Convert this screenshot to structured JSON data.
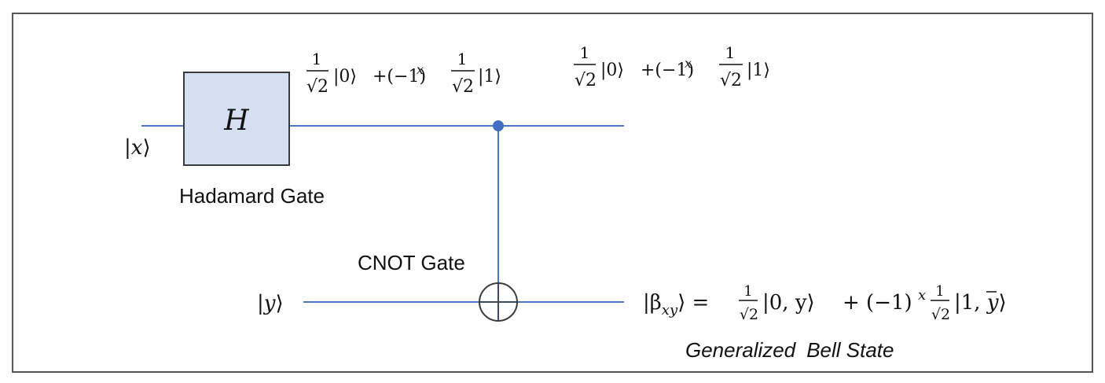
{
  "colors": {
    "wire": "#4a78c8",
    "gate_fill": "#d4e0f2",
    "gate_stroke": "#3a3a3a",
    "control_dot": "#3f6fc4",
    "frame": "#555555",
    "text": "#111111"
  },
  "inputs": {
    "x": {
      "open": "|",
      "var": "x",
      "close": "⟩"
    },
    "y": {
      "open": "|",
      "var": "y",
      "close": "⟩"
    }
  },
  "hadamard": {
    "symbol": "H",
    "label": "Hadamard Gate"
  },
  "cnot": {
    "label": "CNOT Gate"
  },
  "after_hadamard": {
    "frac_num": "1",
    "frac_den": "√2",
    "ket0": "|0⟩",
    "plus_sign": "+(−1)",
    "exponent": "x",
    "frac2_num": "1",
    "frac2_den": "√2",
    "ket1": "|1⟩"
  },
  "output_top": {
    "frac_num": "1",
    "frac_den": "√2",
    "ket0": "|0⟩",
    "plus_sign": "+(−1)",
    "exponent": "x",
    "frac2_num": "1",
    "frac2_den": "√2",
    "ket1": "|1⟩"
  },
  "bell_state": {
    "lhs_open": "|β",
    "lhs_sub": "xy",
    "lhs_close": "⟩ =",
    "frac_num": "1",
    "frac_den": "√2",
    "ket_a": "|0, y⟩",
    "plus_sign": "+ (−1)",
    "exponent": "x",
    "frac2_num": "1",
    "frac2_den": "√2",
    "ket_b_open": "|1, ",
    "ket_b_bar": "y",
    "ket_b_close": "⟩",
    "caption_1": "Generalized",
    "caption_2": "Bell State"
  }
}
